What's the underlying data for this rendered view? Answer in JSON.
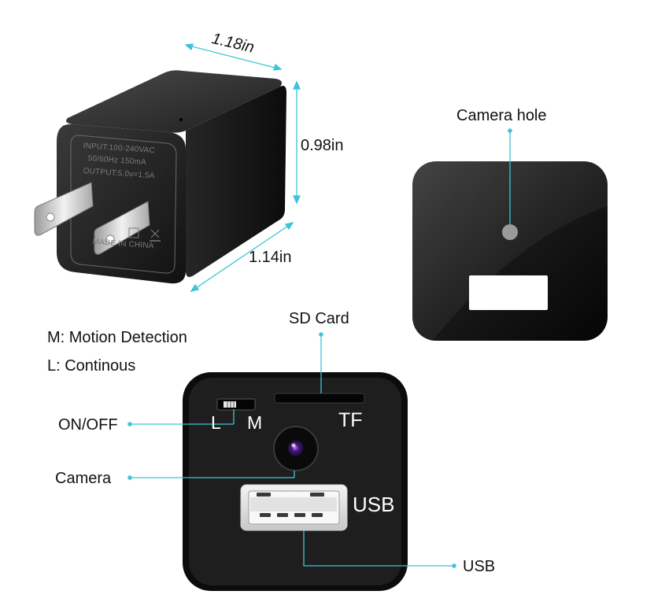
{
  "dimensions": {
    "width": "1.18in",
    "height": "0.98in",
    "depth": "1.14in"
  },
  "charger_print": {
    "line1": "INPUT:100-240VAC",
    "line2": "50/60Hz 150mA",
    "line3": "OUTPUT:5.0v=1.5A",
    "line4": "MADE IN CHINA"
  },
  "callouts": {
    "camera_hole": "Camera hole",
    "sd_card": "SD Card",
    "on_off": "ON/OFF",
    "camera": "Camera",
    "usb": "USB"
  },
  "legend": {
    "motion": "M: Motion Detection",
    "continuous": "L: Continous"
  },
  "device_labels": {
    "switch_left": "L",
    "switch_right": "M",
    "tf": "TF",
    "usb": "USB"
  },
  "colors": {
    "callout_line": "#3cc4d8",
    "device_body": "#1a1a1a"
  }
}
